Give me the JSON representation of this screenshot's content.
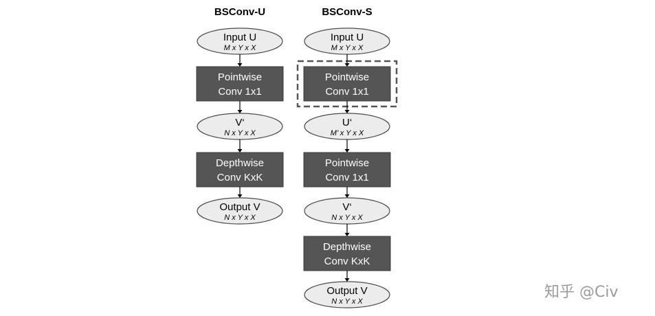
{
  "columns": [
    {
      "title": "BSConv-U",
      "nodes": [
        {
          "kind": "ellipse",
          "label": "Input U",
          "dims": "M x Y x X"
        },
        {
          "kind": "box",
          "lines": [
            "Pointwise",
            "Conv 1x1"
          ]
        },
        {
          "kind": "ellipse",
          "label": "V‘",
          "dims": "N x Y x X"
        },
        {
          "kind": "box",
          "lines": [
            "Depthwise",
            "Conv KxK"
          ]
        },
        {
          "kind": "ellipse",
          "label": "Output V",
          "dims": "N x Y x X"
        }
      ]
    },
    {
      "title": "BSConv-S",
      "nodes": [
        {
          "kind": "ellipse",
          "label": "Input U",
          "dims": "M x Y x X"
        },
        {
          "kind": "box",
          "lines": [
            "Pointwise",
            "Conv 1x1"
          ],
          "highlighted": true
        },
        {
          "kind": "ellipse",
          "label": "U‘",
          "dims": "M’ x Y x X"
        },
        {
          "kind": "box",
          "lines": [
            "Pointwise",
            "Conv 1x1"
          ]
        },
        {
          "kind": "ellipse",
          "label": "V‘",
          "dims": "N x Y x X"
        },
        {
          "kind": "box",
          "lines": [
            "Depthwise",
            "Conv KxK"
          ]
        },
        {
          "kind": "ellipse",
          "label": "Output V",
          "dims": "N x Y x X"
        }
      ]
    }
  ],
  "watermark": "知乎 @Civ"
}
